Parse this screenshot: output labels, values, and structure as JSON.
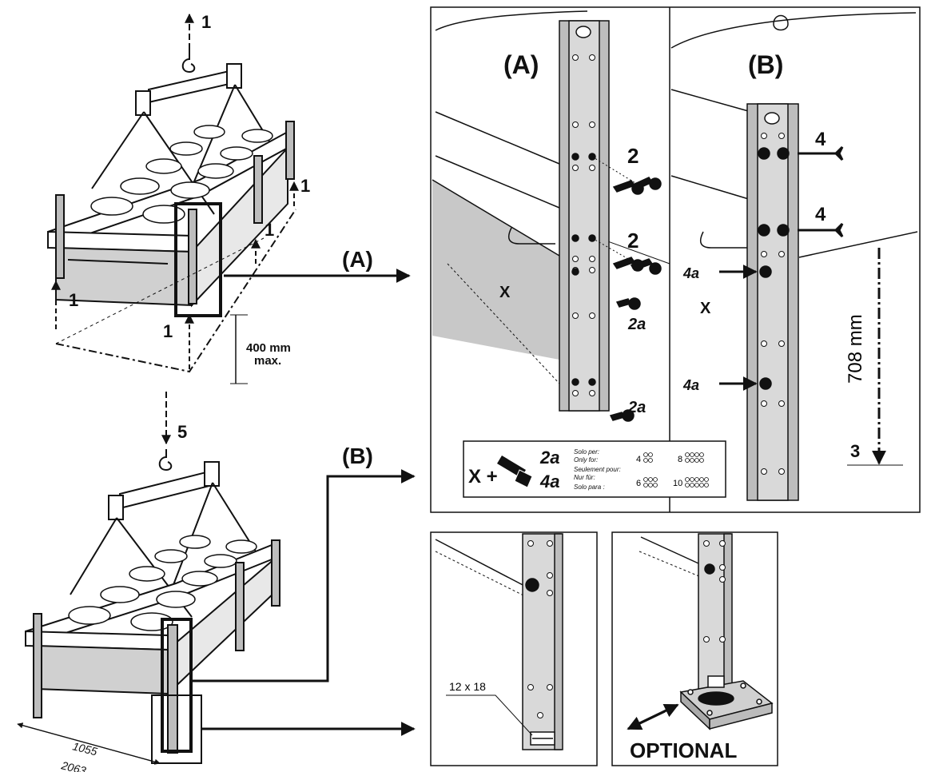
{
  "labels": {
    "lift_point": "1",
    "lower_step": "5",
    "callout_a": "(A)",
    "callout_b": "(B)",
    "height_max_line1": "400 mm",
    "height_max_line2": "max.",
    "dim_width": "1055",
    "dim_length": "2063",
    "detail_a_title": "(A)",
    "detail_b_title": "(B)",
    "bolt_2": "2",
    "bolt_2a": "2a",
    "bolt_4": "4",
    "bolt_4a": "4a",
    "leg_height": "708 mm",
    "step_3": "3",
    "panel_x": "X",
    "bolt_size": "12 x 18",
    "optional": "OPTIONAL"
  },
  "legend": {
    "x_plus": "X +",
    "code_2a": "2a",
    "code_4a": "4a",
    "lang_lines": [
      "Solo per:",
      "Only for:",
      "Seulement pour:",
      "Nur für:",
      "Solo para :"
    ],
    "fan_counts": [
      "4",
      "6",
      "8",
      "10"
    ]
  },
  "colors": {
    "line": "#111111",
    "panel_gray": "#c8c8c8",
    "leg_gray": "#bdbdbd",
    "hole": "#ffffff"
  }
}
